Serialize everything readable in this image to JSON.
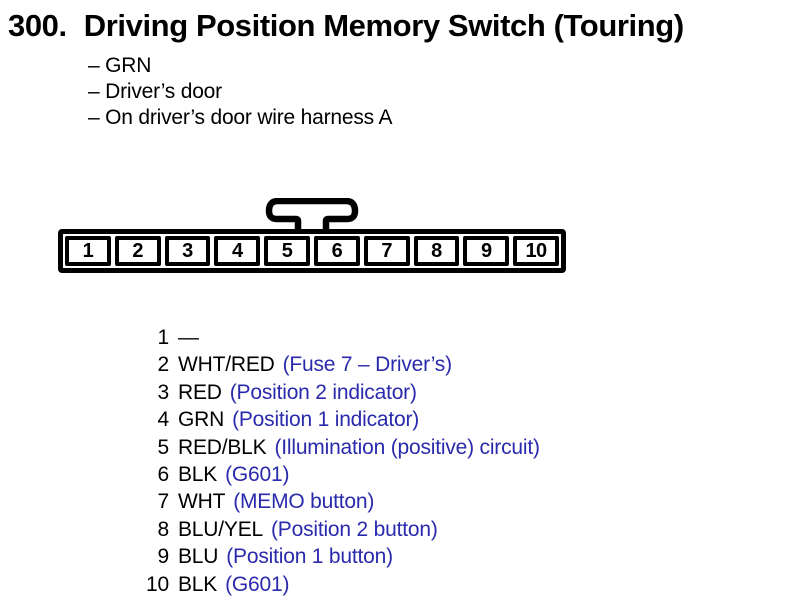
{
  "title": {
    "number": "300.",
    "text": "Driving Position Memory Switch (Touring)"
  },
  "notes": [
    "– GRN",
    "– Driver’s door",
    "– On driver’s door wire harness A"
  ],
  "connector": {
    "pins": [
      "1",
      "2",
      "3",
      "4",
      "5",
      "6",
      "7",
      "8",
      "9",
      "10"
    ]
  },
  "pin_list": [
    {
      "pin": "1",
      "wire": "—",
      "circuit": ""
    },
    {
      "pin": "2",
      "wire": "WHT/RED",
      "circuit": "(Fuse 7 – Driver’s)"
    },
    {
      "pin": "3",
      "wire": "RED",
      "circuit": "(Position 2 indicator)"
    },
    {
      "pin": "4",
      "wire": "GRN",
      "circuit": "(Position 1 indicator)"
    },
    {
      "pin": "5",
      "wire": "RED/BLK",
      "circuit": "(Illumination (positive) circuit)"
    },
    {
      "pin": "6",
      "wire": "BLK",
      "circuit": "(G601)"
    },
    {
      "pin": "7",
      "wire": "WHT",
      "circuit": "(MEMO button)"
    },
    {
      "pin": "8",
      "wire": "BLU/YEL",
      "circuit": "(Position 2 button)"
    },
    {
      "pin": "9",
      "wire": "BLU",
      "circuit": "(Position 1 button)"
    },
    {
      "pin": "10",
      "wire": "BLK",
      "circuit": "(G601)"
    }
  ],
  "colors": {
    "ink": "#000000",
    "circuit_blue": "#2a2aad",
    "background": "#ffffff"
  }
}
